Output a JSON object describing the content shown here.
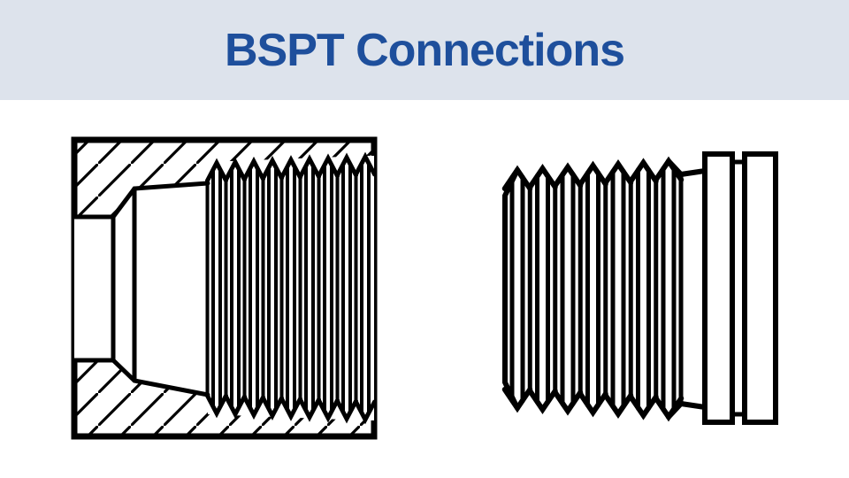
{
  "header": {
    "title": "BSPT Connections",
    "background_color": "#dde3ec",
    "title_color": "#1e4f9c"
  },
  "canvas": {
    "background_color": "#ffffff",
    "line_color": "#000000"
  },
  "diagrams": {
    "female": {
      "name": "female-bspt-port-cross-section"
    },
    "male": {
      "name": "male-bspt-thread-fitting"
    }
  }
}
